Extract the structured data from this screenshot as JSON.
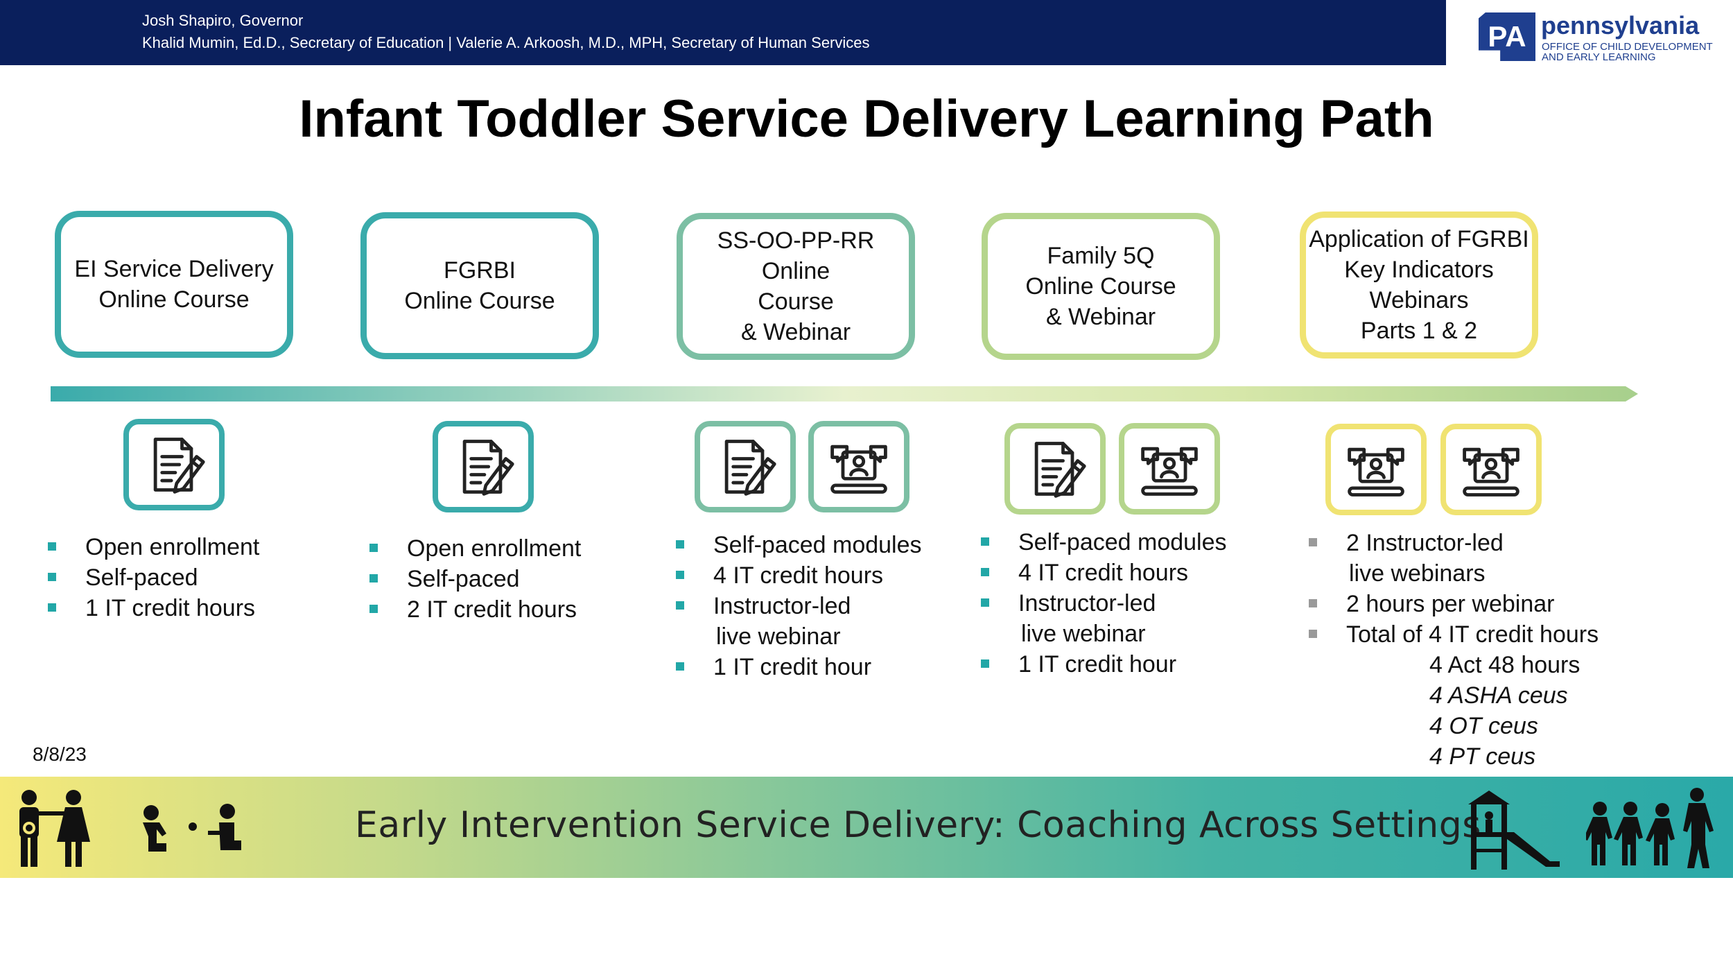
{
  "header": {
    "governor": "Josh Shapiro, Governor",
    "secretaries": "Khalid Mumin, Ed.D., Secretary of Education | Valerie A. Arkoosh, M.D., MPH, Secretary  of Human Services"
  },
  "logo": {
    "badge": "PA",
    "name": "pennsylvania",
    "subtitle": "OFFICE OF CHILD DEVELOPMENT AND EARLY LEARNING"
  },
  "title": "Infant Toddler Service Delivery Learning Path",
  "courses": [
    {
      "label": "EI Service Delivery\nOnline Course",
      "color": "#3aabab"
    },
    {
      "label": "FGRBI\nOnline Course",
      "color": "#3aabab"
    },
    {
      "label": "SS-OO-PP-RR Online\nCourse\n& Webinar",
      "color": "#7cbfa4"
    },
    {
      "label": "Family 5Q\nOnline Course\n& Webinar",
      "color": "#b5d58c"
    },
    {
      "label": "Application of FGRBI\nKey Indicators\nWebinars\nParts 1 & 2",
      "color": "#f0e372"
    }
  ],
  "icons": [
    {
      "name": "document-edit-icon",
      "color": "#3aabab"
    },
    {
      "name": "document-edit-icon",
      "color": "#3aabab"
    },
    {
      "name": "document-edit-icon",
      "color": "#7cbfa4"
    },
    {
      "name": "webinar-icon",
      "color": "#7cbfa4"
    },
    {
      "name": "document-edit-icon",
      "color": "#b5d58c"
    },
    {
      "name": "webinar-icon",
      "color": "#b5d58c"
    },
    {
      "name": "webinar-icon",
      "color": "#f0e372"
    },
    {
      "name": "webinar-icon",
      "color": "#f0e372"
    }
  ],
  "details": [
    {
      "items": [
        "Open enrollment",
        "Self-paced",
        "1 IT credit hours"
      ],
      "bullet_color": "#22a7a7"
    },
    {
      "items": [
        "Open enrollment",
        "Self-paced",
        "2 IT credit hours"
      ],
      "bullet_color": "#22a7a7"
    },
    {
      "items": [
        "Self-paced modules",
        "4 IT credit hours",
        "Instructor-led",
        "live webinar",
        "1 IT credit hour"
      ],
      "bullet_color": "#22a7a7"
    },
    {
      "items": [
        "Self-paced modules",
        "4 IT credit hours",
        "Instructor-led",
        "live webinar",
        "1 IT credit hour"
      ],
      "bullet_color": "#22a7a7"
    },
    {
      "items": [
        "2 Instructor-led",
        "live webinars",
        "2 hours per webinar",
        "Total of 4 IT credit hours",
        "4 Act 48 hours",
        "4 ASHA ceus",
        "4 OT ceus",
        "4 PT ceus"
      ],
      "bullet_color": "#9a9a9a"
    }
  ],
  "date": "8/8/23",
  "footer_banner": "Early Intervention Service Delivery: Coaching Across Settings"
}
